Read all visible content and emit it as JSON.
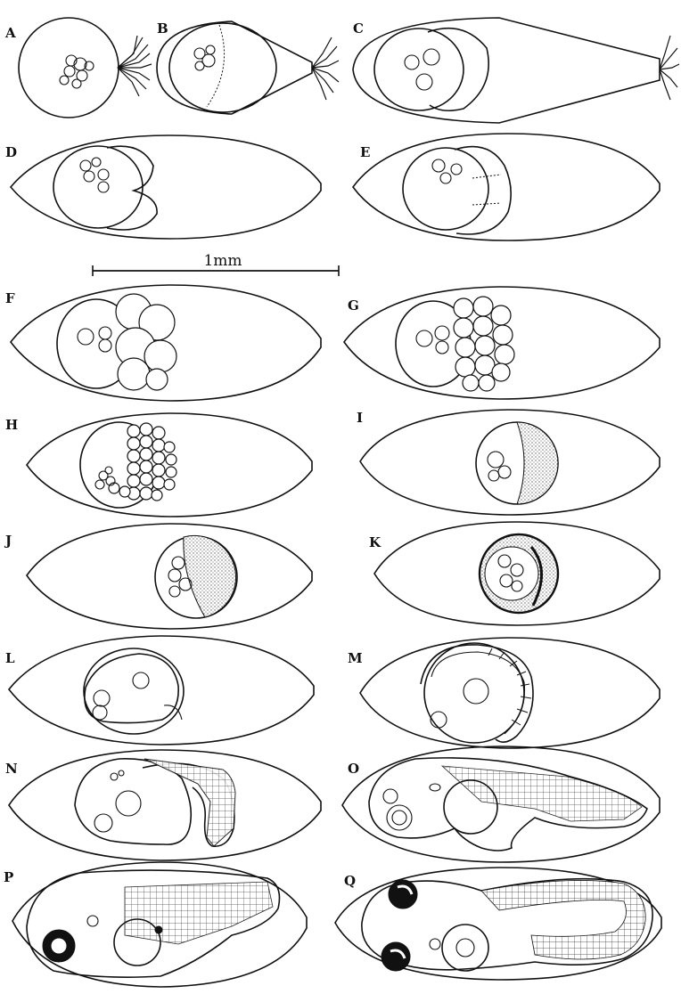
{
  "scale_bar": {
    "label": "1mm"
  },
  "panels": [
    {
      "id": "A",
      "label": "A"
    },
    {
      "id": "B",
      "label": "B"
    },
    {
      "id": "C",
      "label": "C"
    },
    {
      "id": "D",
      "label": "D"
    },
    {
      "id": "E",
      "label": "E"
    },
    {
      "id": "F",
      "label": "F"
    },
    {
      "id": "G",
      "label": "G"
    },
    {
      "id": "H",
      "label": "H"
    },
    {
      "id": "I",
      "label": "I"
    },
    {
      "id": "J",
      "label": "J"
    },
    {
      "id": "K",
      "label": "K"
    },
    {
      "id": "L",
      "label": "L"
    },
    {
      "id": "M",
      "label": "M"
    },
    {
      "id": "N",
      "label": "N"
    },
    {
      "id": "O",
      "label": "O"
    },
    {
      "id": "P",
      "label": "P"
    },
    {
      "id": "Q",
      "label": "Q"
    }
  ]
}
